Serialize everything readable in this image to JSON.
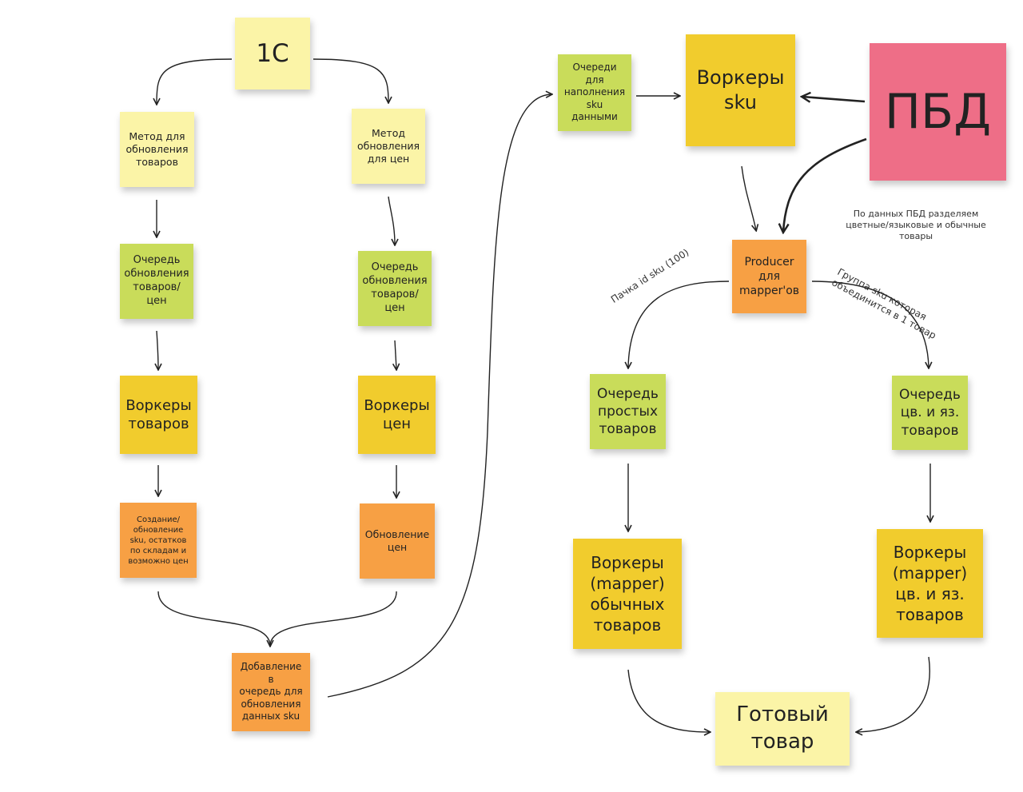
{
  "notes": {
    "onec": "1C",
    "method_goods": "Метод для\nобновления\nтоваров",
    "method_prices": "Метод\nобновления\nдля цен",
    "queue_left": "Очередь\nобновления\nтоваров/\nцен",
    "queue_mid": "Очередь\nобновления\nтоваров/\nцен",
    "workers_goods": "Воркеры\nтоваров",
    "workers_prices": "Воркеры\nцен",
    "create_update": "Создание/\nобновление\nsku, остатков\nпо складам и\nвозможно цен",
    "update_prices": "Обновление\nцен",
    "add_queue": "Добавление в\nочередь для\nобновления\nданных sku",
    "sku_queues": "Очереди для\nнаполнения\nsku данными",
    "workers_sku": "Воркеры\nsku",
    "pbd": "ПБД",
    "producer": "Producer\nдля\nmapper'ов",
    "queue_simple": "Очередь\nпростых\nтоваров",
    "queue_color": "Очередь\nцв. и яз.\nтоваров",
    "mapper_simple": "Воркеры\n(mapper)\nобычных\nтоваров",
    "mapper_color": "Воркеры\n(mapper)\nцв. и яз.\nтоваров",
    "ready": "Готовый\nтовар"
  },
  "labels": {
    "pbd_note": "По данных ПБД разделяем\nцветные/языковые и обычные\nтовары",
    "batch": "Пачка id sku (100)",
    "group": "Группа sku которая\nобъединится в 1 товар"
  },
  "colors": {
    "pale": "#fbf4a7",
    "green": "#c9dc5a",
    "yellow": "#f1cc2d",
    "orange": "#f7a044",
    "pink": "#ee6e87"
  }
}
